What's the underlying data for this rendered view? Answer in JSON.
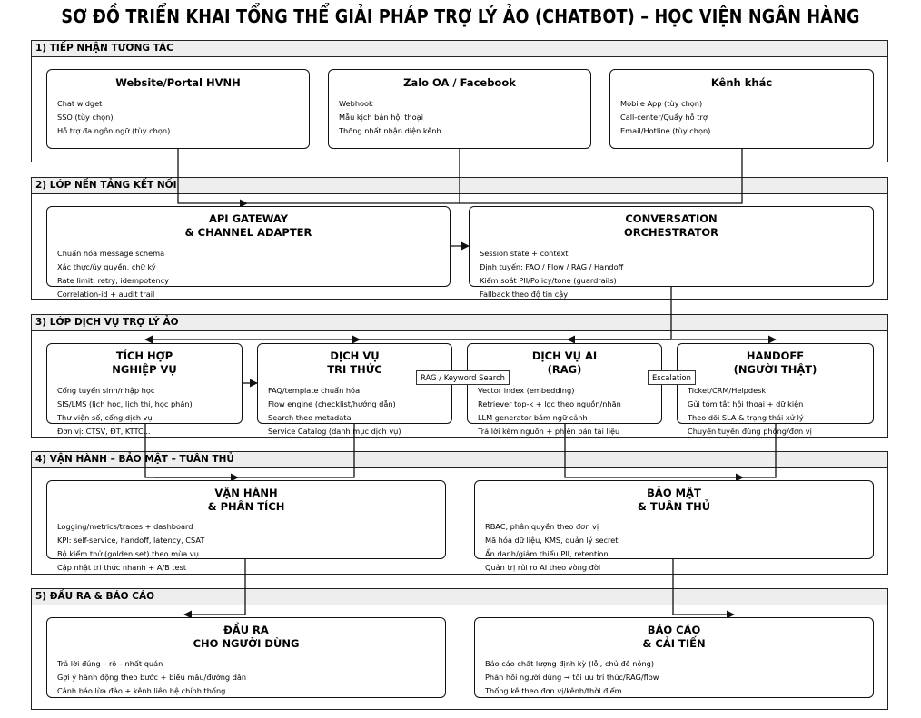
{
  "title": "SƠ ĐỒ TRIỂN KHAI TỔNG THỂ GIẢI PHÁP TRỢ LÝ ẢO (CHATBOT) – HỌC VIỆN NGÂN HÀNG",
  "sections": [
    {
      "id": "s1",
      "label": "1) TIẾP NHẬN TƯƠNG TÁC"
    },
    {
      "id": "s2",
      "label": "2) LỚP NỀN TẢNG KẾT NỐI"
    },
    {
      "id": "s3",
      "label": "3) LỚP DỊCH VỤ TRỢ LÝ ẢO"
    },
    {
      "id": "s4",
      "label": "4) VẬN HÀNH – BẢO MẬT – TUÂN THỦ"
    },
    {
      "id": "s5",
      "label": "5) ĐẦU RA & BÁO CÁO"
    }
  ],
  "boxes": [
    {
      "id": "website",
      "title": [
        "Website/Portal HVNH"
      ],
      "items": [
        "Chat widget",
        "SSO (tùy chọn)",
        "Hỗ trợ đa ngôn ngữ (tùy chọn)"
      ]
    },
    {
      "id": "zalo",
      "title": [
        "Zalo OA / Facebook"
      ],
      "items": [
        "Webhook",
        "Mẫu kịch bản hội thoại",
        "Thống nhất nhận diện kênh"
      ]
    },
    {
      "id": "other",
      "title": [
        "Kênh khác"
      ],
      "items": [
        "Mobile App (tùy chọn)",
        "Call-center/Quầy hỗ trợ",
        "Email/Hotline (tùy chọn)"
      ]
    },
    {
      "id": "gateway",
      "title": [
        "API GATEWAY",
        "& CHANNEL ADAPTER"
      ],
      "items": [
        "Chuẩn hóa message schema",
        "Xác thực/ủy quyền, chữ ký",
        "Rate limit, retry, idempotency",
        "Correlation-id + audit trail"
      ]
    },
    {
      "id": "orchestrator",
      "title": [
        "CONVERSATION",
        "ORCHESTRATOR"
      ],
      "items": [
        "Session state + context",
        "Định tuyến: FAQ / Flow / RAG / Handoff",
        "Kiểm soát PII/Policy/tone (guardrails)",
        "Fallback theo độ tin cậy"
      ]
    },
    {
      "id": "integration",
      "title": [
        "TÍCH HỢP",
        "NGHIỆP VỤ"
      ],
      "items": [
        "Cổng tuyển sinh/nhập học",
        "SIS/LMS (lịch học, lịch thi, học phần)",
        "Thư viện số, cổng dịch vụ",
        "Đơn vị: CTSV, ĐT, KTTC..."
      ]
    },
    {
      "id": "knowledge",
      "title": [
        "DỊCH VỤ",
        "TRI THỨC"
      ],
      "items": [
        "FAQ/template chuẩn hóa",
        "Flow engine (checklist/hướng dẫn)",
        "Search theo metadata",
        "Service Catalog (danh mục dịch vụ)"
      ]
    },
    {
      "id": "ai",
      "title": [
        "DỊCH VỤ AI",
        "(RAG)"
      ],
      "items": [
        "Vector index (embedding)",
        "Retriever top-k + lọc theo nguồn/nhãn",
        "LLM generator bám ngữ cảnh",
        "Trả lời kèm nguồn + phiên bản tài liệu"
      ]
    },
    {
      "id": "handoff",
      "title": [
        "HANDOFF",
        "(NGƯỜI THẬT)"
      ],
      "items": [
        "Ticket/CRM/Helpdesk",
        "Gửi tóm tắt hội thoại + dữ kiện",
        "Theo dõi SLA & trạng thái xử lý",
        "Chuyển tuyến đúng phòng/đơn vị"
      ]
    },
    {
      "id": "ops",
      "title": [
        "VẬN HÀNH",
        "& PHÂN TÍCH"
      ],
      "items": [
        "Logging/metrics/traces + dashboard",
        "KPI: self-service, handoff, latency, CSAT",
        "Bộ kiểm thử (golden set) theo mùa vụ",
        "Cập nhật tri thức nhanh + A/B test"
      ]
    },
    {
      "id": "security",
      "title": [
        "BẢO MẬT",
        "& TUÂN THỦ"
      ],
      "items": [
        "RBAC, phân quyền theo đơn vị",
        "Mã hóa dữ liệu, KMS, quản lý secret",
        "Ẩn danh/giảm thiểu PII, retention",
        "Quản trị rủi ro AI theo vòng đời"
      ]
    },
    {
      "id": "output",
      "title": [
        "ĐẦU RA",
        "CHO NGƯỜI DÙNG"
      ],
      "items": [
        "Trả lời đúng – rõ – nhất quán",
        "Gợi ý hành động theo bước + biểu mẫu/đường dẫn",
        "Cảnh báo lừa đảo + kênh liên hệ chính thống"
      ]
    },
    {
      "id": "report",
      "title": [
        "BÁO CÁO",
        "& CẢI TIẾN"
      ],
      "items": [
        "Báo cáo chất lượng định kỳ (lỗi, chủ đề nóng)",
        "Phản hồi người dùng → tối ưu tri thức/RAG/flow",
        "Thống kê theo đơn vị/kênh/thời điểm"
      ]
    }
  ],
  "edge_labels": {
    "rag_keyword": "RAG / Keyword Search",
    "escalation": "Escalation"
  }
}
